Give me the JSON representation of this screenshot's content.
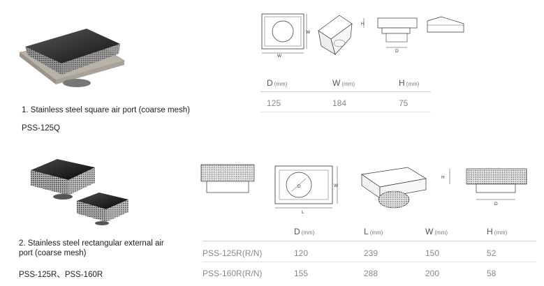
{
  "section1": {
    "caption": "1. Stainless steel square air port (coarse mesh)",
    "model": "PSS-125Q",
    "table": {
      "headers": [
        {
          "name": "D",
          "unit": "(mm)"
        },
        {
          "name": "W",
          "unit": "(mm)"
        },
        {
          "name": "H",
          "unit": "(mm)"
        }
      ],
      "rows": [
        {
          "D": "125",
          "W": "184",
          "H": "75"
        }
      ]
    },
    "drawing_labels": {
      "w": "W",
      "d": "D",
      "h": "H"
    }
  },
  "section2": {
    "caption_line1": "2. Stainless steel rectangular external air",
    "caption_line2": "port (coarse mesh)",
    "model": "PSS-125R、PSS-160R",
    "table": {
      "headers": [
        {
          "name": "D",
          "unit": "(mm)"
        },
        {
          "name": "L",
          "unit": "(mm)"
        },
        {
          "name": "W",
          "unit": "(mm)"
        },
        {
          "name": "H",
          "unit": "(mm)"
        }
      ],
      "rows": [
        {
          "model": "PSS-125R(R/N)",
          "D": "120",
          "L": "239",
          "W": "150",
          "H": "52"
        },
        {
          "model": "PSS-160R(R/N)",
          "D": "155",
          "L": "288",
          "W": "200",
          "H": "58"
        }
      ]
    },
    "drawing_labels": {
      "d": "D",
      "l": "L",
      "w": "W",
      "h": "H"
    }
  }
}
